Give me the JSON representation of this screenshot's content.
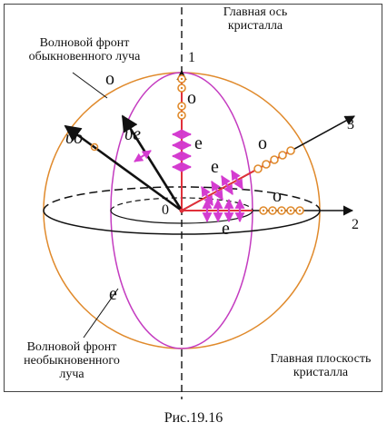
{
  "caption": "Рис.19.16",
  "labels": {
    "optic_axis_line1": "Главная ось",
    "optic_axis_line2": "кристалла",
    "ordinary_front_line1": "Волновой фронт",
    "ordinary_front_line2": "обыкновенного луча",
    "extraordinary_front_line1": "Волновой фронт",
    "extraordinary_front_line2": "необыкновенного",
    "extraordinary_front_line3": "луча",
    "principal_plane_line1": "Главная плоскость",
    "principal_plane_line2": "кристалла",
    "ray_1": "1",
    "ray_2": "2",
    "ray_3": "3",
    "origin": "0",
    "o": "o",
    "e": "e",
    "v_o": "υo",
    "v_e": "υe"
  },
  "colors": {
    "ordinary_front": "#e08a2c",
    "extraordinary_front": "#c43cc0",
    "polarization_arrows": "#d43cd0",
    "ray_red": "#e0303a",
    "ink": "#111111"
  }
}
